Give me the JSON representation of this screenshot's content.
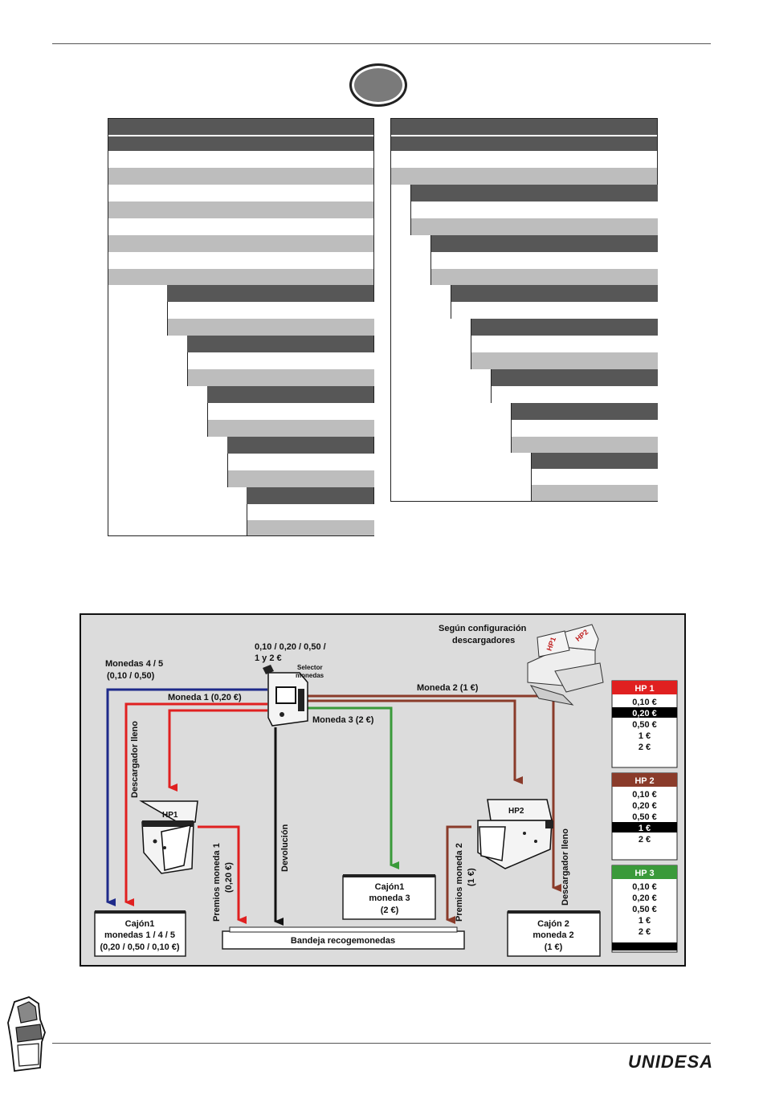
{
  "diagram": {
    "coins_selector": "0,10 / 0,20 / 0,50 /",
    "coins_selector_2": "1 y 2 €",
    "selector_label_1": "Selector",
    "selector_label_2": "monedas",
    "config_label_1": "Según configuración",
    "config_label_2": "descargadores",
    "monedas45_1": "Monedas 4 / 5",
    "monedas45_2": "(0,10 / 0,50)",
    "moneda1": "Moneda 1 (0,20 €)",
    "moneda2": "Moneda 2 (1 €)",
    "moneda3": "Moneda 3 (2 €)",
    "descargador_lleno_left": "Descargador lleno",
    "descargador_lleno_right": "Descargador lleno",
    "devolucion": "Devolución",
    "premios1_1": "Premios moneda 1",
    "premios1_2": "(0,20 €)",
    "premios2_1": "Premios moneda 2",
    "premios2_2": "(1 €)",
    "hp1": "HP1",
    "hp2": "HP2",
    "cajon1": [
      "Cajón1",
      "monedas 1 / 4 / 5",
      "(0,20 / 0,50 / 0,10 €)"
    ],
    "cajon_moneda3": [
      "Cajón1",
      "moneda 3",
      "(2 €)"
    ],
    "cajon2": [
      "Cajón 2",
      "moneda 2",
      "(1 €)"
    ],
    "bandeja": "Bandeja recogemonedas",
    "legend": [
      {
        "title": "HP 1",
        "color": "#e02020",
        "items": [
          "0,10 €",
          "0,20 €",
          "0,50 €",
          "1 €",
          "2 €"
        ],
        "highlight": 1
      },
      {
        "title": "HP 2",
        "color": "#8a3b2a",
        "items": [
          "0,10 €",
          "0,20 €",
          "0,50 €",
          "1 €",
          "2 €"
        ],
        "highlight": 3
      },
      {
        "title": "HP 3",
        "color": "#3a9a3a",
        "items": [
          "0,10 €",
          "0,20 €",
          "0,50 €",
          "1 €",
          "2 €"
        ],
        "highlight": -1
      }
    ]
  },
  "footer": {
    "brand": "UNIDESA"
  }
}
